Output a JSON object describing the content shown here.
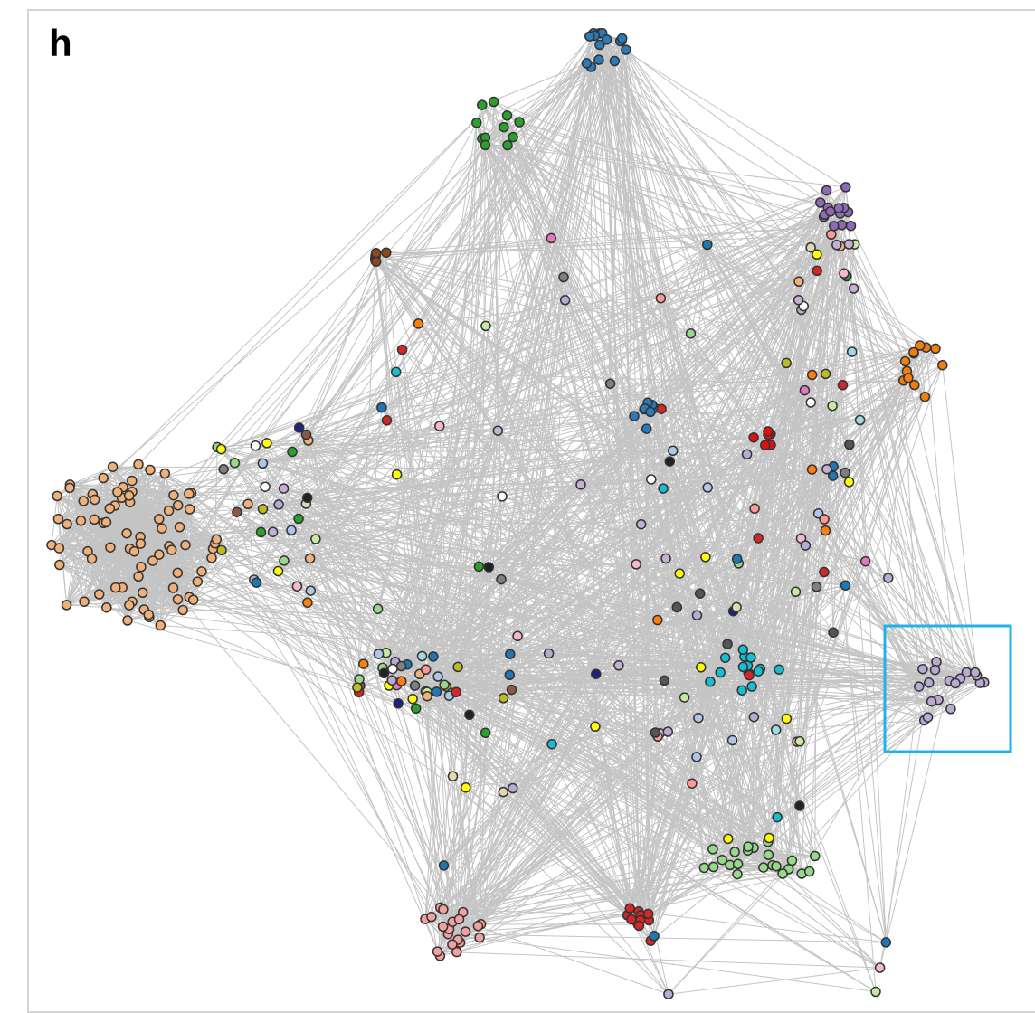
{
  "panel_label": "h",
  "edge_color": "#c4c4c4",
  "node_stroke": "#333333",
  "highlight_color": "#1fb4e8",
  "clusters": [
    {
      "name": "blue-top",
      "color": "#2b7bba",
      "count": 15
    },
    {
      "name": "green-top",
      "color": "#2ca02c",
      "count": 12
    },
    {
      "name": "brown",
      "color": "#8c4a1e",
      "count": 6
    },
    {
      "name": "tan-large",
      "color": "#f0b07a",
      "count": 80
    },
    {
      "name": "purple-top-right",
      "color": "#8e6bb5",
      "count": 14
    },
    {
      "name": "orange-right",
      "color": "#f07f10",
      "count": 12
    },
    {
      "name": "lavender-highlighted",
      "color": "#b8aad2",
      "count": 18
    },
    {
      "name": "pink-bottom-left",
      "color": "#f4a0a0",
      "count": 20
    },
    {
      "name": "red-bottom",
      "color": "#d62728",
      "count": 12
    },
    {
      "name": "lightgreen-bottom",
      "color": "#98d88a",
      "count": 22
    },
    {
      "name": "cyan-mid",
      "color": "#17becf",
      "count": 14
    },
    {
      "name": "blue-mid",
      "color": "#2b7bba",
      "count": 8
    },
    {
      "name": "red-mid",
      "color": "#e01010",
      "count": 6
    }
  ],
  "scatter_colors": [
    "#b8aad2",
    "#e377c2",
    "#98d88a",
    "#7f7f7f",
    "#ffffff",
    "#e0d8b0",
    "#9edae5",
    "#f0b07a",
    "#d62728",
    "#2ca02c",
    "#8c564b",
    "#17becf",
    "#c5b0d5",
    "#f7b6d2",
    "#555555",
    "#ff7f0e",
    "#1f77b4",
    "#c7e9a0",
    "#222222",
    "#1a237e",
    "#ffff00",
    "#ff9896",
    "#aec7e8",
    "#bcbd22"
  ],
  "scatter_count": 200
}
